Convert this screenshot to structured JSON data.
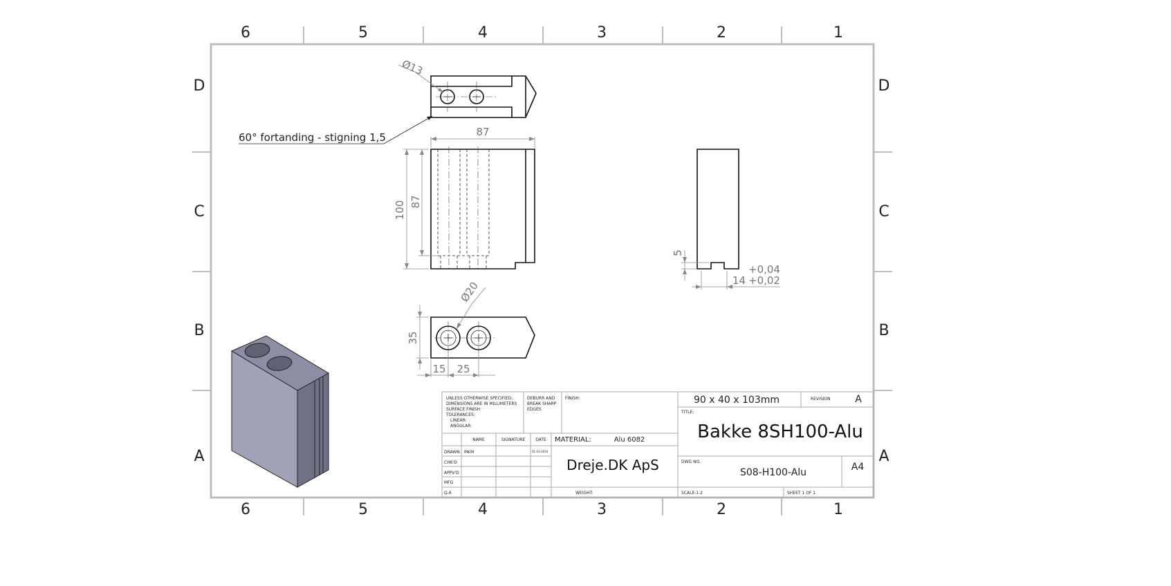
{
  "zones": {
    "columns": [
      "6",
      "5",
      "4",
      "3",
      "2",
      "1"
    ],
    "rows": [
      "D",
      "C",
      "B",
      "A"
    ]
  },
  "views": {
    "top": {
      "hole_dim": "Ø13",
      "note": "60° fortanding - stigning 1,5",
      "width_dim": "87"
    },
    "front": {
      "height_outer_dim": "100",
      "height_inner_dim": "87"
    },
    "bottom": {
      "hole_dim": "Ø20",
      "height_dim": "35",
      "offset_dim_1": "15",
      "offset_dim_2": "25"
    },
    "side": {
      "slot_depth_dim": "5",
      "slot_width_dim": "14",
      "tolerance_upper": "+0,04",
      "tolerance_lower": "+0,02"
    }
  },
  "title_block": {
    "spec_lines": [
      "UNLESS OTHERWISE SPECIFIED:",
      "DIMENSIONS ARE IN MILLIMETERS",
      "SURFACE FINISH:",
      "TOLERANCES:",
      "LINEAR:",
      "ANGULAR:"
    ],
    "deburr_lines": [
      "DEBURR AND",
      "BREAK SHARP",
      "EDGES"
    ],
    "finish_label": "FINISH:",
    "stock_size": "90 x 40 x 103mm",
    "revision_label": "REVISION",
    "revision_value": "A",
    "title_label": "TITLE:",
    "title": "Bakke 8SH100-Alu",
    "col_name": "NAME",
    "col_signature": "SIGNATURE",
    "col_date": "DATE",
    "material_label": "MATERIAL:",
    "material_value": "Alu 6082",
    "rows": [
      "DRAWN",
      "CHK'D",
      "APPV'D",
      "MFG",
      "Q.A"
    ],
    "drawn_name": "MKM",
    "drawn_date": "01-03-2019",
    "company": "Dreje.DK ApS",
    "dwg_label": "DWG NO.",
    "dwg_number": "S08-H100-Alu",
    "size": "A4",
    "weight_label": "WEIGHT:",
    "scale_label": "SCALE:1:2",
    "sheet_label": "SHEET 1 OF 1"
  }
}
